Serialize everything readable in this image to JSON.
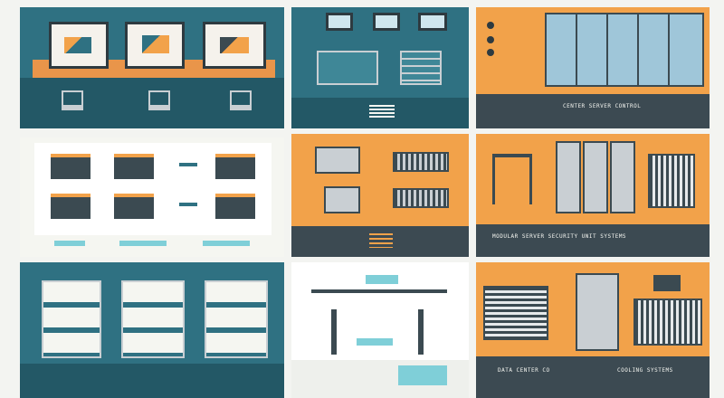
{
  "colors": {
    "teal": "#2f7182",
    "teal_dark": "#235866",
    "orange": "#f2a24a",
    "cream": "#f5f6f1",
    "charcoal": "#3b4a51",
    "metal": "#c9cfd3",
    "screen_blue": "#9fc6d9",
    "aqua": "#7fcfd8"
  },
  "captions": {
    "panel3": "CENTER SERVER CONTROL",
    "panel6": "MODULAR SERVER SECURITY UNIT SYSTEMS",
    "panel9_left": "DATA CENTER CO",
    "panel9_right": "COOLING SYSTEMS"
  },
  "icons": [
    "monitor-icon",
    "server-rack-icon",
    "air-conditioner-icon",
    "cooling-unit-icon",
    "menu-icon",
    "robot-arm-icon"
  ]
}
